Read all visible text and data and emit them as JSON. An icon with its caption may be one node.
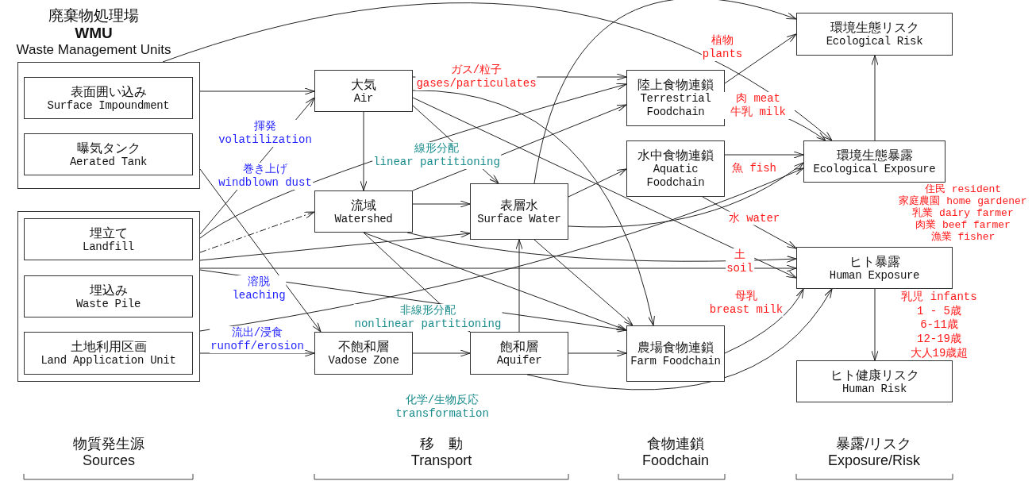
{
  "diagram": {
    "nodes": [
      {
        "text": [
          "廃棄物処理場",
          "WMU",
          "Waste Management Units"
        ]
      },
      {
        "text": [
          "表面囲い込み",
          "Surface Impoundment"
        ],
        "in": 0
      },
      {
        "text": [
          "曝気タンク",
          "Aerated Tank"
        ],
        "in": 0
      },
      {
        "text": [],
        "shape": "box"
      },
      {
        "text": [
          "埋立て",
          "Landfill"
        ],
        "in": 3
      },
      {
        "text": [
          "埋込み",
          "Waste Pile"
        ],
        "in": 3
      },
      {
        "text": [
          "土地利用区画",
          "Land Application Unit"
        ],
        "in": 3
      },
      {
        "text": [
          "大気",
          "Air"
        ]
      },
      {
        "text": [
          "流域",
          "Watershed"
        ]
      },
      {
        "text": [
          "表層水",
          "Surface Water"
        ]
      },
      {
        "text": [
          "不飽和層",
          "Vadose Zone"
        ]
      },
      {
        "text": [
          "飽和層",
          "Aquifer"
        ]
      },
      {
        "text": [
          "陸上食物連鎖",
          "Terrestrial Foodchain"
        ]
      },
      {
        "text": [
          "水中食物連鎖",
          "Aquatic Foodchain"
        ]
      },
      {
        "text": [
          "農場食物連鎖",
          "Farm Foodchain"
        ]
      },
      {
        "text": [
          "環境生態リスク",
          "Ecological Risk"
        ]
      },
      {
        "text": [
          "環境生態暴露",
          "Ecological Exposure"
        ]
      },
      {
        "text": [
          "ヒト暴露",
          "Human Exposure"
        ]
      },
      {
        "text": [
          "ヒト健康リスク",
          "Human Risk"
        ]
      }
    ],
    "edges": [
      {
        "from": 0,
        "to": 7,
        "arrow": "to"
      },
      {
        "from": 0,
        "to": 10,
        "arrow": "to"
      },
      {
        "from": 0,
        "to": 16,
        "arrow": "to"
      },
      {
        "from": 3,
        "to": 7,
        "arrow": "to",
        "label": "揮発 volatilization"
      },
      {
        "from": 3,
        "to": 12,
        "arrow": "to",
        "label": "巻き上げ windblown dust"
      },
      {
        "from": 3,
        "to": 8,
        "arrow": "to",
        "style": "dashed"
      },
      {
        "from": 3,
        "to": 9,
        "arrow": "to"
      },
      {
        "from": 3,
        "to": 17,
        "arrow": "to",
        "label": "土 soil"
      },
      {
        "from": 3,
        "to": 14,
        "arrow": "to",
        "label": "溶脱 leaching"
      },
      {
        "from": 3,
        "to": 16,
        "arrow": "to"
      },
      {
        "from": 3,
        "to": 10,
        "arrow": "to",
        "label": "流出/浸食 runoff/erosion"
      },
      {
        "from": 7,
        "to": 12,
        "arrow": "to",
        "label": "ガス/粒子 gases/particulates"
      },
      {
        "from": 7,
        "to": 8,
        "arrow": "to"
      },
      {
        "from": 7,
        "to": 9,
        "arrow": "to"
      },
      {
        "from": 7,
        "to": 14,
        "arrow": "to"
      },
      {
        "from": 7,
        "to": 17,
        "arrow": "to"
      },
      {
        "from": 8,
        "to": 9,
        "arrow": "to"
      },
      {
        "from": 8,
        "to": 12,
        "arrow": "to",
        "label": "線形分配 linear partitioning"
      },
      {
        "from": 8,
        "to": 11,
        "arrow": "to",
        "label": "非線形分配 nonlinear partitioning"
      },
      {
        "from": 8,
        "to": 14,
        "arrow": "to"
      },
      {
        "from": 8,
        "to": 17,
        "arrow": "to"
      },
      {
        "from": 9,
        "to": 13,
        "arrow": "to"
      },
      {
        "from": 9,
        "to": 16,
        "arrow": "to"
      },
      {
        "from": 9,
        "to": 15,
        "arrow": "to"
      },
      {
        "from": 9,
        "to": 14,
        "arrow": "to"
      },
      {
        "from": 10,
        "to": 11,
        "arrow": "to"
      },
      {
        "from": 11,
        "to": 9,
        "arrow": "to"
      },
      {
        "from": 11,
        "to": 14,
        "arrow": "to"
      },
      {
        "from": 11,
        "to": 17,
        "arrow": "to"
      },
      {
        "from": 12,
        "to": 15,
        "arrow": "to",
        "label": "植物 plants"
      },
      {
        "from": 12,
        "to": 16,
        "arrow": "to",
        "label": "肉 meat 牛乳 milk"
      },
      {
        "from": 13,
        "to": 16,
        "arrow": "to",
        "label": "魚 fish"
      },
      {
        "from": 13,
        "to": 17,
        "arrow": "to",
        "label": "水 water"
      },
      {
        "from": 14,
        "to": 17,
        "arrow": "to",
        "label": "母乳 breast milk"
      },
      {
        "from": 16,
        "to": 15,
        "arrow": "to"
      },
      {
        "from": 17,
        "to": 18,
        "arrow": "to"
      }
    ],
    "labels": [
      "住民 resident",
      "家庭農園 home gardener",
      "乳業 dairy farmer",
      "肉業 beef farmer",
      "漁業 fisher",
      "乳児 infants",
      "1 - 5歳",
      "6-11歳",
      "12-19歳",
      "大人19歳超",
      "化学/生物反応 transformation",
      "物質発生源 Sources",
      "移　動 Transport",
      "食物連鎖 Foodchain",
      "暴露/リスク Exposure/Risk"
    ]
  }
}
